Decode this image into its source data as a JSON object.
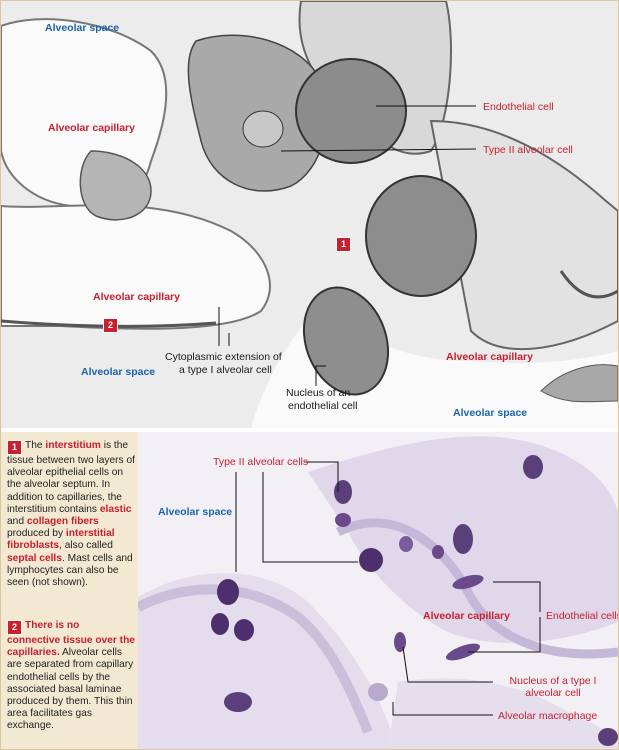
{
  "em_labels": {
    "alveolar_space_tl": "Alveolar space",
    "alveolar_capillary_left": "Alveolar capillary",
    "endothelial_cell": "Endothelial cell",
    "type2_cell": "Type II alveolar  cell",
    "alveolar_capillary_mid": "Alveolar capillary",
    "alveolar_space_bl": "Alveolar space",
    "cyto_ext_1": "Cytoplasmic extension of",
    "cyto_ext_2": "a type I alveolar cell",
    "alveolar_capillary_right": "Alveolar capillary",
    "nucleus_endo_1": "Nucleus of an",
    "nucleus_endo_2": "endothelial cell",
    "alveolar_space_br": "Alveolar space",
    "badge1": "1",
    "badge2": "2"
  },
  "lm_labels": {
    "type2_cells": "Type II alveolar  cells",
    "alveolar_space": "Alveolar space",
    "alveolar_capillary": "Alveolar capillary",
    "endothelial_cells": "Endothelial cells",
    "nucleus_type1_1": "Nucleus of a type I",
    "nucleus_type1_2": "alveolar cell",
    "alveolar_macrophage": "Alveolar macrophage"
  },
  "notes": {
    "n1": {
      "badge": "1",
      "t1": "The ",
      "h1": "interstitium",
      "t2": " is the tissue between two layers of alveolar epithelial cells on the alveolar septum. In addition to capillaries, the interstitium contains ",
      "h2": "elastic",
      "t3": " and ",
      "h3": "collagen fibers",
      "t4": " produced by ",
      "h4": "interstitial fibroblasts",
      "t5": ", also called ",
      "h5": "septal cells",
      "t6": ". Mast cells and lymphocytes can also be seen (not shown)."
    },
    "n2": {
      "badge": "2",
      "h1": "There is no connective tissue over the capillaries.",
      "t1": " Alveolar cells are separated from capillary endothelial cells by the associated basal laminae produced by them. This thin area facilitates gas exchange."
    }
  }
}
